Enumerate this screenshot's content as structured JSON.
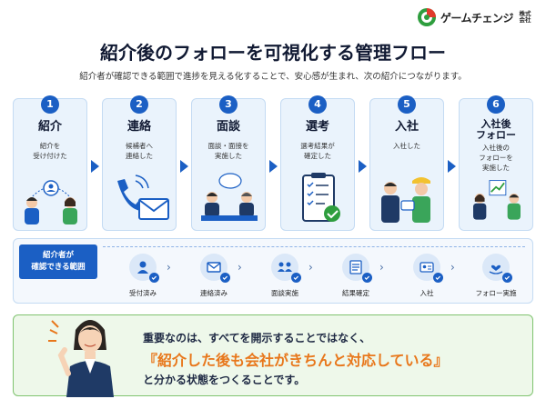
{
  "logo": {
    "name": "ゲームチェンジ",
    "sub": "株式会社",
    "icon": "logo-mark-icon"
  },
  "title": "紹介後のフォローを可視化する管理フロー",
  "subtitle": "紹介者が確認できる範囲で進捗を見える化することで、安心感が生まれ、次の紹介につながります。",
  "steps": [
    {
      "num": "1",
      "title": "紹介",
      "desc": "紹介を\n受け付けた",
      "icon": "people-connect-icon"
    },
    {
      "num": "2",
      "title": "連絡",
      "desc": "候補者へ\n連絡した",
      "icon": "phone-mail-icon"
    },
    {
      "num": "3",
      "title": "面談",
      "desc": "面談・面接を\n実施した",
      "icon": "interview-icon"
    },
    {
      "num": "4",
      "title": "選考",
      "desc": "選考結果が\n確定した",
      "icon": "clipboard-check-icon"
    },
    {
      "num": "5",
      "title": "入社",
      "desc": "入社した",
      "icon": "handshake-icon"
    },
    {
      "num": "6",
      "title": "入社後\nフォロー",
      "desc": "入社後の\nフォローを\n実施した",
      "icon": "growth-chart-icon"
    }
  ],
  "band": {
    "label": "紹介者が\n確認できる範囲",
    "statuses": [
      {
        "label": "受付済み",
        "icon": "user-icon"
      },
      {
        "label": "連絡済み",
        "icon": "mail-icon"
      },
      {
        "label": "面談実施",
        "icon": "meeting-icon"
      },
      {
        "label": "結果確定",
        "icon": "checklist-icon"
      },
      {
        "label": "入社",
        "icon": "id-card-icon"
      },
      {
        "label": "フォロー実施",
        "icon": "heart-hand-icon"
      }
    ]
  },
  "message": {
    "line1": "重要なのは、すべてを開示することではなく、",
    "line2": "『紹介した後も会社がきちんと対応している』",
    "line3": "と分かる状態をつくることです。"
  },
  "colors": {
    "primary": "#1b5fc4",
    "accent": "#e8771b",
    "green": "#7fc36f",
    "light": "#eaf3fc"
  }
}
